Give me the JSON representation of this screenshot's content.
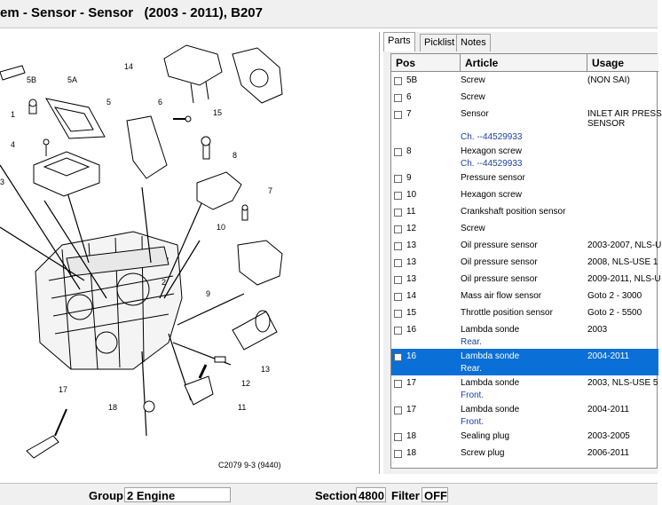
{
  "title": "em - Sensor - Sensor   (2003 - 2011), B207",
  "tabs": [
    {
      "label": "Parts",
      "active": true
    },
    {
      "label": "Picklist",
      "active": false
    },
    {
      "label": "Notes",
      "active": false
    }
  ],
  "table": {
    "headers": {
      "pos": "Pos",
      "article": "Article",
      "usage": "Usage"
    },
    "rows": [
      {
        "pos": "5B",
        "article": "Screw",
        "usage": "(NON SAI)",
        "sub": "",
        "selected": false
      },
      {
        "pos": "6",
        "article": "Screw",
        "usage": "",
        "sub": "",
        "selected": false
      },
      {
        "pos": "7",
        "article": "Sensor",
        "usage": "INLET AIR PRESS\nSENSOR",
        "sub": "Ch. --44529933",
        "selected": false
      },
      {
        "pos": "8",
        "article": "Hexagon screw",
        "usage": "",
        "sub": "Ch. --44529933",
        "selected": false
      },
      {
        "pos": "9",
        "article": "Pressure sensor",
        "usage": "",
        "sub": "",
        "selected": false
      },
      {
        "pos": "10",
        "article": "Hexagon screw",
        "usage": "",
        "sub": "",
        "selected": false
      },
      {
        "pos": "11",
        "article": "Crankshaft position sensor",
        "usage": "",
        "sub": "",
        "selected": false
      },
      {
        "pos": "12",
        "article": "Screw",
        "usage": "",
        "sub": "",
        "selected": false
      },
      {
        "pos": "13",
        "article": "Oil pressure sensor",
        "usage": "2003-2007, NLS-U",
        "sub": "",
        "selected": false
      },
      {
        "pos": "13",
        "article": "Oil pressure sensor",
        "usage": "2008, NLS-USE 1",
        "sub": "",
        "selected": false
      },
      {
        "pos": "13",
        "article": "Oil pressure sensor",
        "usage": "2009-2011, NLS-U",
        "sub": "",
        "selected": false
      },
      {
        "pos": "14",
        "article": "Mass air flow sensor",
        "usage": "Goto 2 - 3000",
        "sub": "",
        "selected": false
      },
      {
        "pos": "15",
        "article": "Throttle position sensor",
        "usage": "Goto 2 - 5500",
        "sub": "",
        "selected": false
      },
      {
        "pos": "16",
        "article": "Lambda sonde",
        "usage": "2003",
        "sub": "Rear.",
        "selected": false
      },
      {
        "pos": "16",
        "article": "Lambda sonde",
        "usage": "2004-2011",
        "sub": "Rear.",
        "selected": true
      },
      {
        "pos": "17",
        "article": "Lambda sonde",
        "usage": "2003, NLS-USE 5",
        "sub": "Front.",
        "selected": false
      },
      {
        "pos": "17",
        "article": "Lambda sonde",
        "usage": "2004-2011",
        "sub": "Front.",
        "selected": false
      },
      {
        "pos": "18",
        "article": "Sealing plug",
        "usage": "2003-2005",
        "sub": "",
        "selected": false
      },
      {
        "pos": "18",
        "article": "Screw plug",
        "usage": "2006-2011",
        "sub": "",
        "selected": false
      }
    ]
  },
  "diagram": {
    "caption": "C2079 9-3 (9440)",
    "labels": [
      "1",
      "5B",
      "5A",
      "4",
      "3",
      "5",
      "6",
      "14",
      "15",
      "7",
      "8",
      "10",
      "9",
      "2",
      "13",
      "12",
      "11",
      "17",
      "18"
    ]
  },
  "status": {
    "group_label": "Group",
    "group_value": "2 Engine",
    "section_label": "Section",
    "section_value": "4800",
    "filter_label": "Filter",
    "filter_value": "OFF"
  },
  "colors": {
    "selected_row": "#0a6fd6",
    "sub_text": "#1a3fa8"
  }
}
